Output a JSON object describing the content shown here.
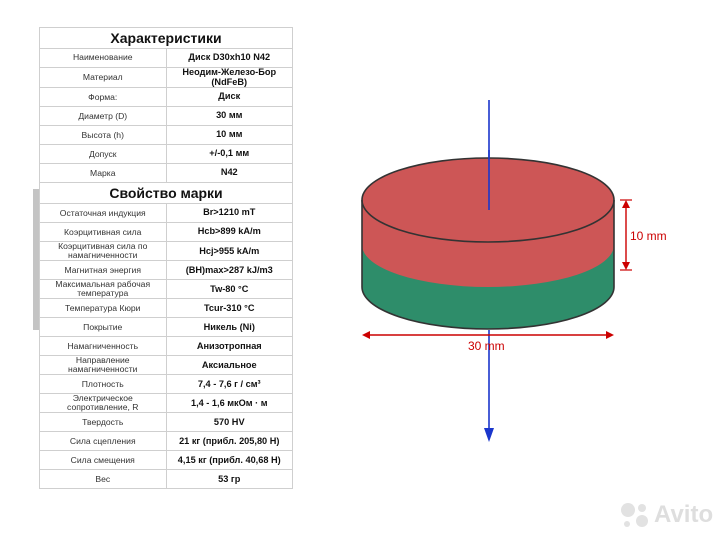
{
  "characteristics": {
    "header": "Характеристики",
    "rows": [
      {
        "label": "Наименование",
        "value": "Диск D30xh10 N42"
      },
      {
        "label": "Материал",
        "value": "Неодим-Железо-Бор (NdFeB)"
      },
      {
        "label": "Форма:",
        "value": "Диск"
      },
      {
        "label": "Диаметр (D)",
        "value": "30 мм"
      },
      {
        "label": "Высота (h)",
        "value": "10 мм"
      },
      {
        "label": "Допуск",
        "value": "+/-0,1 мм"
      },
      {
        "label": "Марка",
        "value": "N42"
      }
    ]
  },
  "grade_properties": {
    "header": "Свойство марки",
    "rows": [
      {
        "label": "Остаточная индукция",
        "value": "Br>1210 mT"
      },
      {
        "label": "Коэрцитивная сила",
        "value": "Hcb>899 kA/m"
      },
      {
        "label": "Коэрцитивная сила по намагниченности",
        "value": "Hcj>955 kA/m"
      },
      {
        "label": "Магнитная энергия",
        "value": "(BH)max>287 kJ/m3"
      },
      {
        "label": "Максимальная рабочая температура",
        "value": "Tw-80 °C"
      },
      {
        "label": "Температура Кюри",
        "value": "Tcur-310 °C"
      },
      {
        "label": "Покрытие",
        "value": "Никель (Ni)"
      },
      {
        "label": "Намагниченность",
        "value": "Анизотропная"
      },
      {
        "label": "Направление намагниченности",
        "value": "Аксиальное"
      },
      {
        "label": "Плотность",
        "value": "7,4 - 7,6 г / см³"
      },
      {
        "label": "Электрическое сопротивление, R",
        "value": "1,4 - 1,6 мкОм · м"
      },
      {
        "label": "Твердость",
        "value": "570 HV"
      },
      {
        "label": "Сила сцепления",
        "value": "21 кг (прибл. 205,80  Н)"
      },
      {
        "label": "Сила смещения",
        "value": "4,15 кг (прибл. 40,68 Н)"
      },
      {
        "label": "Вес",
        "value": "53 гр"
      }
    ]
  },
  "diagram": {
    "height_label": "10 mm",
    "diameter_label": "30 mm",
    "colors": {
      "north": "#cd5656",
      "south": "#2e8d6a",
      "dimension": "#cc0000",
      "axis": "#1a36cc"
    }
  },
  "watermark": {
    "text": "Avito"
  }
}
